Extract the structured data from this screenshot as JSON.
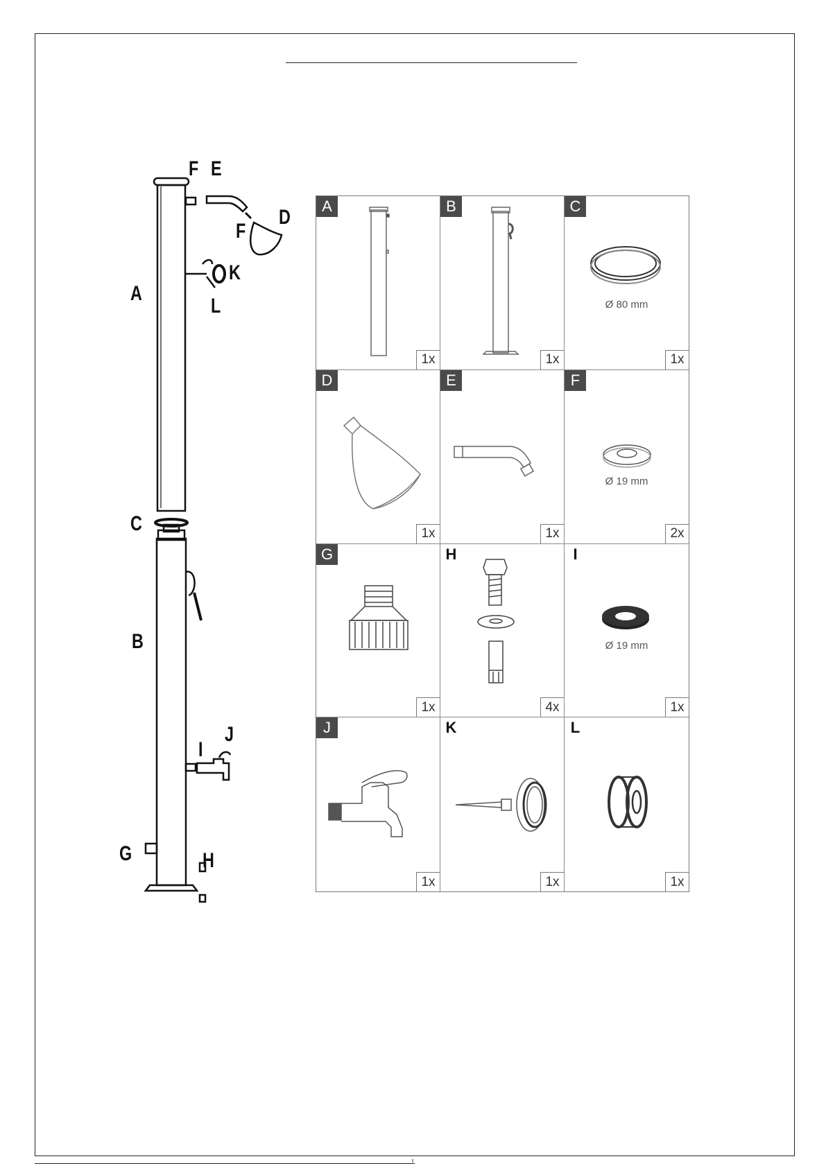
{
  "callouts": {
    "F_top": "F",
    "E": "E",
    "D": "D",
    "F_mid": "F",
    "K": "K",
    "L": "L",
    "A": "A",
    "C": "C",
    "B": "B",
    "I": "I",
    "J": "J",
    "G": "G",
    "H": "H"
  },
  "parts": [
    {
      "letter": "A",
      "qty": "1x",
      "dim": ""
    },
    {
      "letter": "B",
      "qty": "1x",
      "dim": ""
    },
    {
      "letter": "C",
      "qty": "1x",
      "dim": "Ø 80 mm"
    },
    {
      "letter": "D",
      "qty": "1x",
      "dim": ""
    },
    {
      "letter": "E",
      "qty": "1x",
      "dim": ""
    },
    {
      "letter": "F",
      "qty": "2x",
      "dim": "Ø 19 mm"
    },
    {
      "letter": "G",
      "qty": "1x",
      "dim": ""
    },
    {
      "letter": "H",
      "qty": "4x",
      "dim": ""
    },
    {
      "letter": "I",
      "qty": "1x",
      "dim": "Ø 19 mm"
    },
    {
      "letter": "J",
      "qty": "1x",
      "dim": ""
    },
    {
      "letter": "K",
      "qty": "1x",
      "dim": ""
    },
    {
      "letter": "L",
      "qty": "1x",
      "dim": ""
    }
  ],
  "colors": {
    "badge": "#4a4a4a",
    "line": "#222222",
    "grid": "#8a8a8a"
  }
}
